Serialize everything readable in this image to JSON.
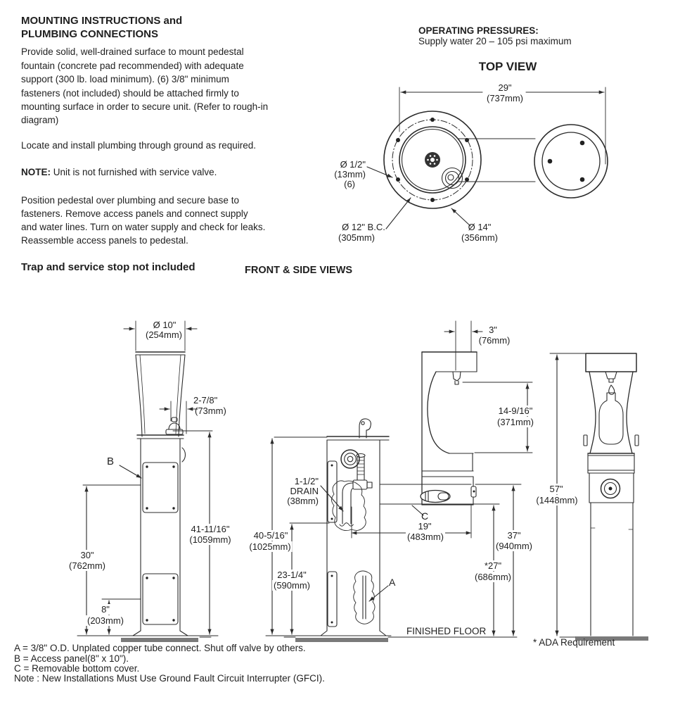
{
  "colors": {
    "line": "#2b2b2b",
    "floor_bar": "#7a7a7a",
    "text": "#1f1f1f",
    "bolt_fill": "#222222",
    "drain_fill": "#333333"
  },
  "instructions": {
    "title1": "MOUNTING INSTRUCTIONS and",
    "title2": "PLUMBING CONNECTIONS",
    "para1": [
      "Provide solid, well-drained surface to mount pedestal",
      "fountain (concrete pad recommended) with adequate",
      "support (300 lb. load minimum). (6) 3/8\" minimum",
      "fasteners (not included) should be attached firmly to",
      "mounting surface in order to secure unit. (Refer to rough-in",
      "diagram)"
    ],
    "line_locate": "Locate and install plumbing through ground as required.",
    "note_label": "NOTE:",
    "note_text": " Unit is not furnished with service valve.",
    "para2": [
      "Position pedestal over plumbing and secure base to",
      "fasteners. Remove access panels and connect supply",
      "and water lines. Turn on water supply and check for leaks.",
      "Reassemble access panels to pedestal."
    ],
    "trap": "Trap and service stop not included"
  },
  "operating": {
    "title": "OPERATING PRESSURES:",
    "text": "Supply water 20 – 105 psi maximum"
  },
  "top_view": {
    "title": "TOP VIEW",
    "dim29": [
      "29\"",
      "(737mm)"
    ],
    "dia_half": [
      "Ø 1/2\"",
      "(13mm)",
      "(6)"
    ],
    "dia_bc": [
      "Ø 12\" B.C.",
      "(305mm)"
    ],
    "dia14": [
      "Ø 14\"",
      "(356mm)"
    ]
  },
  "front_side": {
    "title": "FRONT & SIDE VIEWS",
    "dia10": [
      "Ø 10\"",
      "(254mm)"
    ],
    "dim278": [
      "2-7/8\"",
      "(73mm)"
    ],
    "dim41": [
      "41-11/16\"",
      "(1059mm)"
    ],
    "dim30": [
      "30\"",
      "(762mm)"
    ],
    "dim8": [
      "8\"",
      "(203mm)"
    ],
    "dim40": [
      "40-5/16\"",
      "(1025mm)"
    ],
    "dim23": [
      "23-1/4\"",
      "(590mm)"
    ],
    "drain": [
      "1-1/2\"",
      "DRAIN",
      "(38mm)"
    ],
    "dim19": [
      "19\"",
      "(483mm)"
    ],
    "dim3": [
      "3\"",
      "(76mm)"
    ],
    "dim14916": [
      "14-9/16\"",
      "(371mm)"
    ],
    "dim37": [
      "37\"",
      "(940mm)"
    ],
    "dim27": [
      "*27\"",
      "(686mm)"
    ],
    "dim57": [
      "57\"",
      "(1448mm)"
    ],
    "label_a": "A",
    "label_b": "B",
    "label_c": "C",
    "finished_floor": "FINISHED FLOOR",
    "ada": "* ADA Requirement"
  },
  "notes": [
    "A = 3/8\" O.D. Unplated copper tube connect. Shut off valve by others.",
    "B = Access panel(8\" x 10\").",
    "C = Removable bottom cover.",
    "Note : New Installations Must Use Ground Fault Circuit Interrupter (GFCI)."
  ]
}
